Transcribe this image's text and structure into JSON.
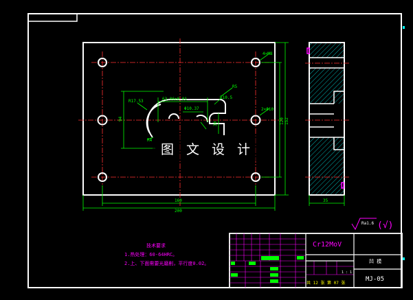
{
  "drawing": {
    "dimensions": {
      "d_4xM8": "4×M8",
      "d_2xD10": "2×Φ10",
      "d_R5": "R5",
      "d_R17": "R17.53",
      "d_R10": "R10.5",
      "d_R4": "R4",
      "d_63": "63.06±0.01",
      "d_10": "Φ10.37",
      "d_left_vert": "94",
      "d_right_vert_1": "120",
      "d_right_vert_2": "152",
      "d_inner_small": "30",
      "d_160": "160",
      "d_200": "200",
      "d_35": "35"
    },
    "watermark": "图 文 设 计",
    "tech_req": {
      "title": "技术要求",
      "line1": "1.热处理：60-64HRC。",
      "line2": "2.上、下面需要光磨削，平行度0.02。"
    },
    "roughness": {
      "value": "Ra1.6",
      "suffix": "(√)"
    },
    "title_block": {
      "material": "Cr12MoV",
      "part_name": "凹 模",
      "drawing_no": "MJ-05",
      "sheets": "共 12 张  第 07 张",
      "scale": "1 : 1"
    }
  },
  "colors": {
    "frame": "#ffffff",
    "outline": "#ffffff",
    "center_line": "#ff3030",
    "dimension": "#00ff00",
    "hatch": "#00ffff",
    "text_magenta": "#ff00ff",
    "text_yellow": "#ffff00"
  }
}
